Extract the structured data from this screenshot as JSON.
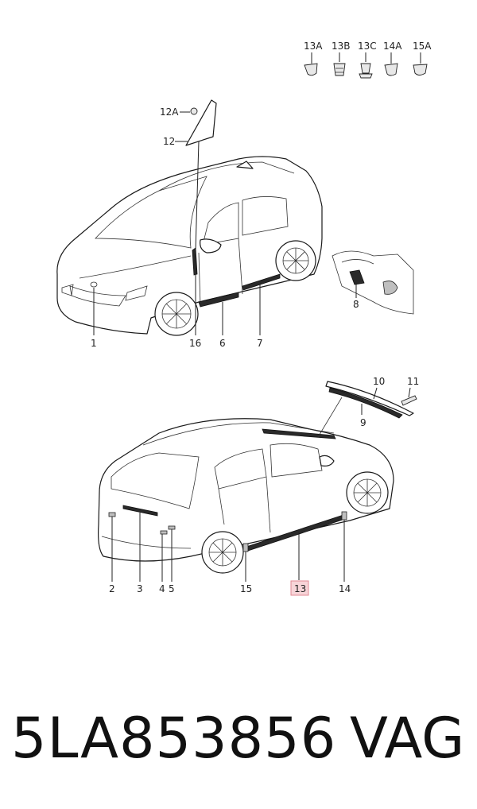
{
  "callouts_top_clips": [
    "13A",
    "13B",
    "13C",
    "14A",
    "15A"
  ],
  "callouts_upper": {
    "p12A": "12A",
    "p12": "12",
    "p1": "1",
    "p16": "16",
    "p6": "6",
    "p7": "7",
    "p8": "8"
  },
  "callouts_lower": {
    "p10": "10",
    "p11": "11",
    "p9": "9",
    "p2": "2",
    "p3": "3",
    "p4": "4",
    "p5": "5",
    "p15": "15",
    "p13": "13",
    "p14": "14"
  },
  "highlight": {
    "label": "13",
    "color": "#f7d4d8",
    "border": "#e08a94"
  },
  "footer": {
    "part_number": "5LA853856",
    "brand": "VAG"
  }
}
